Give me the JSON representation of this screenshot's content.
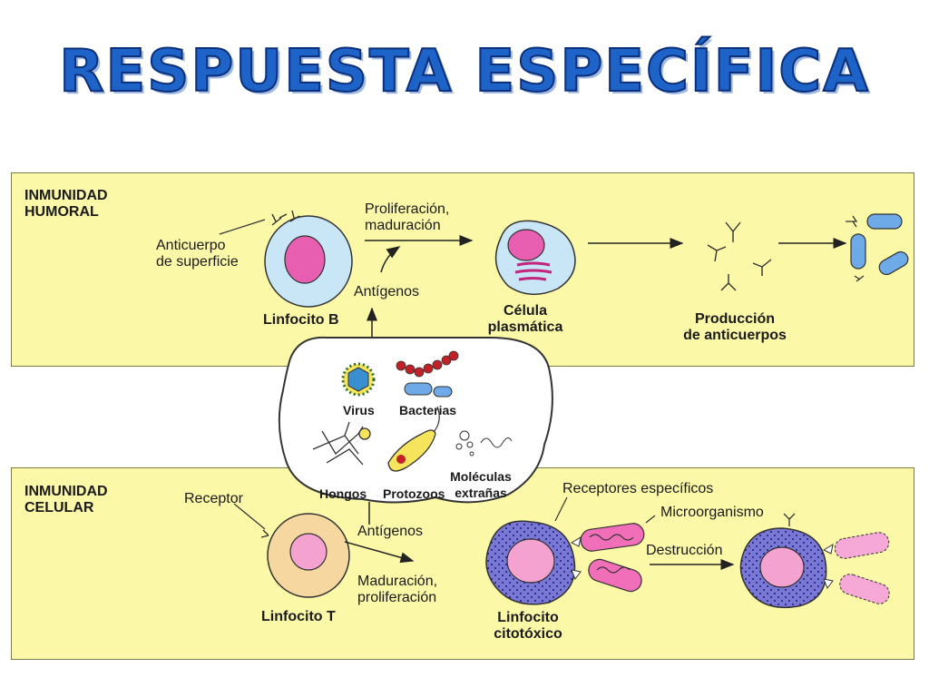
{
  "title": "RESPUESTA ESPECÍFICA",
  "humoral": {
    "heading": "INMUNIDAD\nHUMORAL",
    "surface_antibody": "Anticuerpo\nde superficie",
    "b_cell": "Linfocito B",
    "proliferation": "Proliferación,\nmaduración",
    "antigens": "Antígenos",
    "plasma_cell": "Célula\nplasmática",
    "antibody_production": "Producción\nde anticuerpos"
  },
  "pathogens": {
    "virus": "Virus",
    "bacteria": "Bacterias",
    "fungi": "Hongos",
    "protozoa": "Protozoos",
    "foreign_molecules": "Moléculas\nextrañas"
  },
  "celular": {
    "heading": "INMUNIDAD\nCELULAR",
    "receptor": "Receptor",
    "t_cell": "Linfocito T",
    "antigens": "Antígenos",
    "maturation": "Maduración,\nproliferación",
    "specific_receptors": "Receptores específicos",
    "microorganism": "Microorganismo",
    "destruction": "Destrucción",
    "cytotoxic": "Linfocito\ncitotóxico"
  },
  "colors": {
    "title_blue": "#1d63c8",
    "panel_yellow": "#fbf8a7",
    "nucleus_pink": "#e85fb2",
    "cell_blue": "#c9e6f6",
    "cytotoxic_blue": "#7a78d6"
  }
}
